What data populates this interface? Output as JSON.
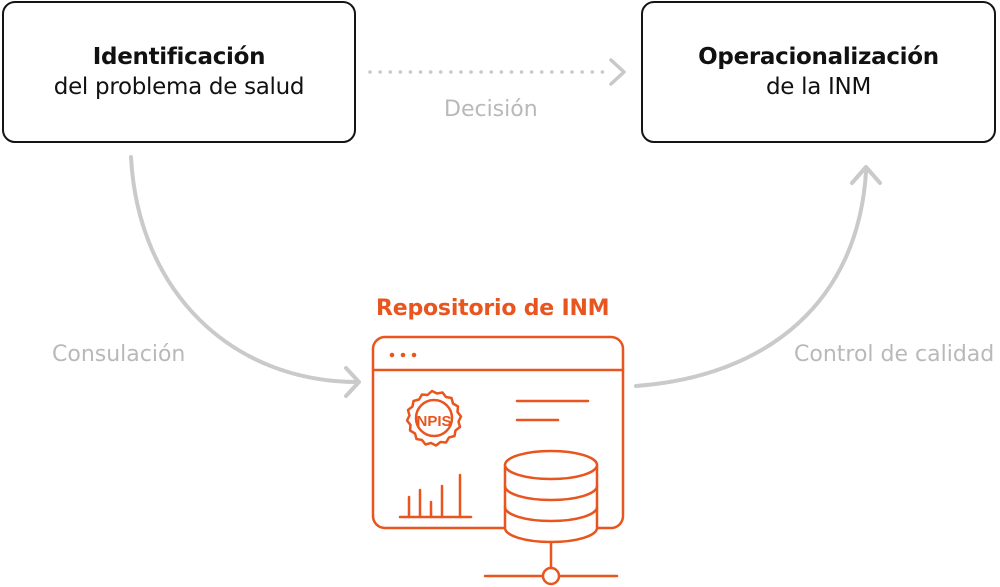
{
  "nodes": {
    "identification": {
      "title": "Identificación",
      "subtitle": "del problema de salud"
    },
    "operationalization": {
      "title": "Operacionalización",
      "subtitle": "de la INM"
    },
    "repository": {
      "title": "Repositorio de INM",
      "seal_text": "NPIS"
    }
  },
  "edges": {
    "decision": "Decisión",
    "consultation": "Consulación",
    "quality_control": "Control de calidad"
  },
  "colors": {
    "box_border": "#141414",
    "arrow": "#c8c8c8",
    "label": "#b9b9b9",
    "repository_accent": "#e8551f"
  }
}
